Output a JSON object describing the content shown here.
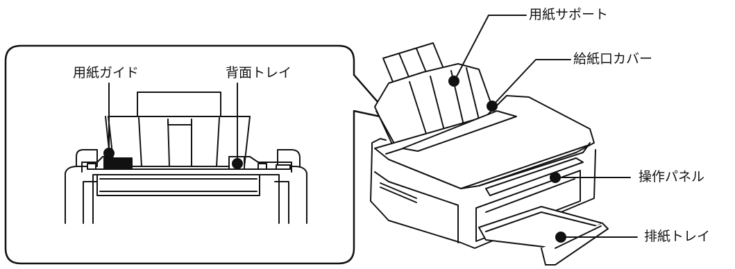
{
  "labels": {
    "paper_support": "用紙サポート",
    "feed_slot_cover": "給紙口カバー",
    "control_panel": "操作パネル",
    "output_tray": "排紙トレイ",
    "edge_guide": "用紙ガイド",
    "rear_tray": "背面トレイ"
  },
  "colors": {
    "line": "#111111",
    "background": "#ffffff"
  }
}
